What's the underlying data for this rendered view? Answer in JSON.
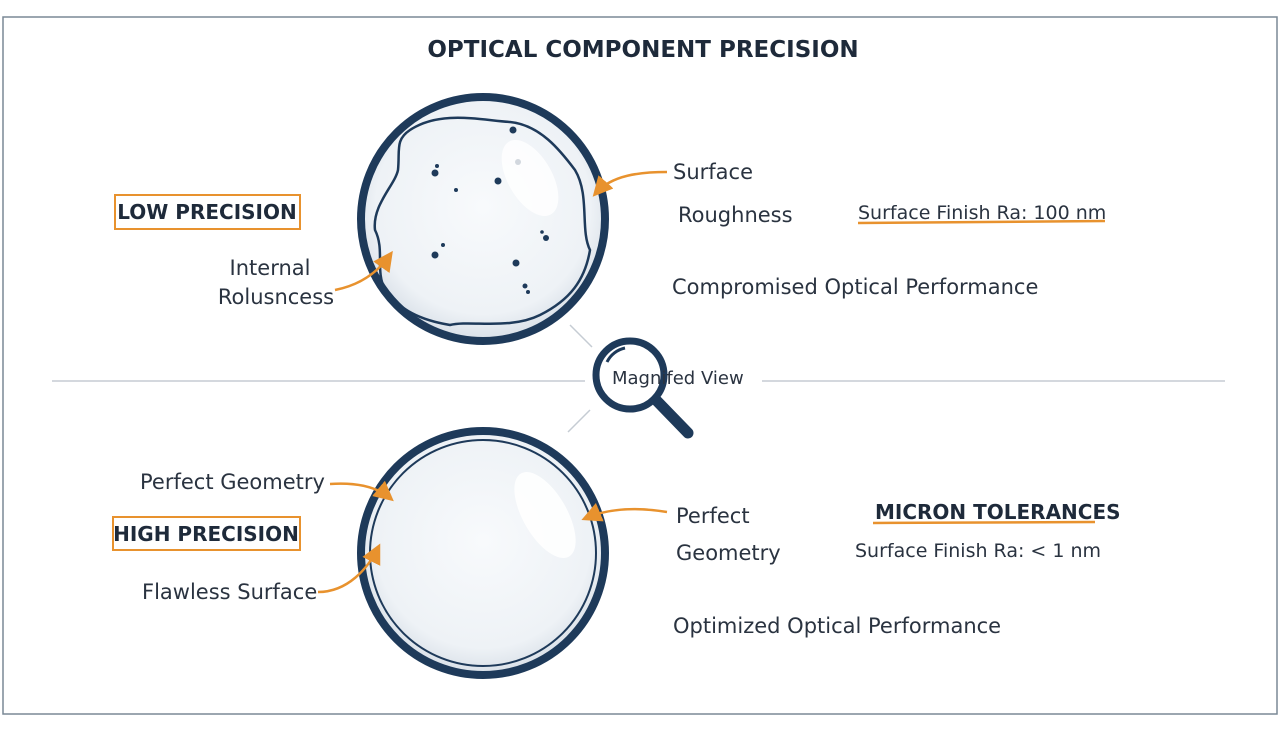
{
  "title": "OPTICAL COMPONENT PRECISION",
  "colors": {
    "navy": "#1e3a5a",
    "accent": "#e8922e",
    "frame": "#7a8896"
  },
  "low": {
    "badge": "LOW PRECISION",
    "internal_1": "Internal",
    "internal_2": "Rolusncess",
    "surface_1": "Surface",
    "surface_2": "Roughness",
    "finish": "Surface Finish Ra: 100 nm",
    "performance": "Compromised Optical Performance"
  },
  "magnifier": {
    "label": "Magnifed View",
    "icon": "magnifying-glass-icon"
  },
  "high": {
    "badge": "HIGH PRECISION",
    "geometry_left": "Perfect Geometry",
    "flawless": "Flawless Surface",
    "geometry_1": "Perfect",
    "geometry_2": "Geometry",
    "tolerances": "MICRON TOLERANCES",
    "finish": "Surface Finish Ra: < 1 nm",
    "performance": "Optimized Optical Performance"
  }
}
